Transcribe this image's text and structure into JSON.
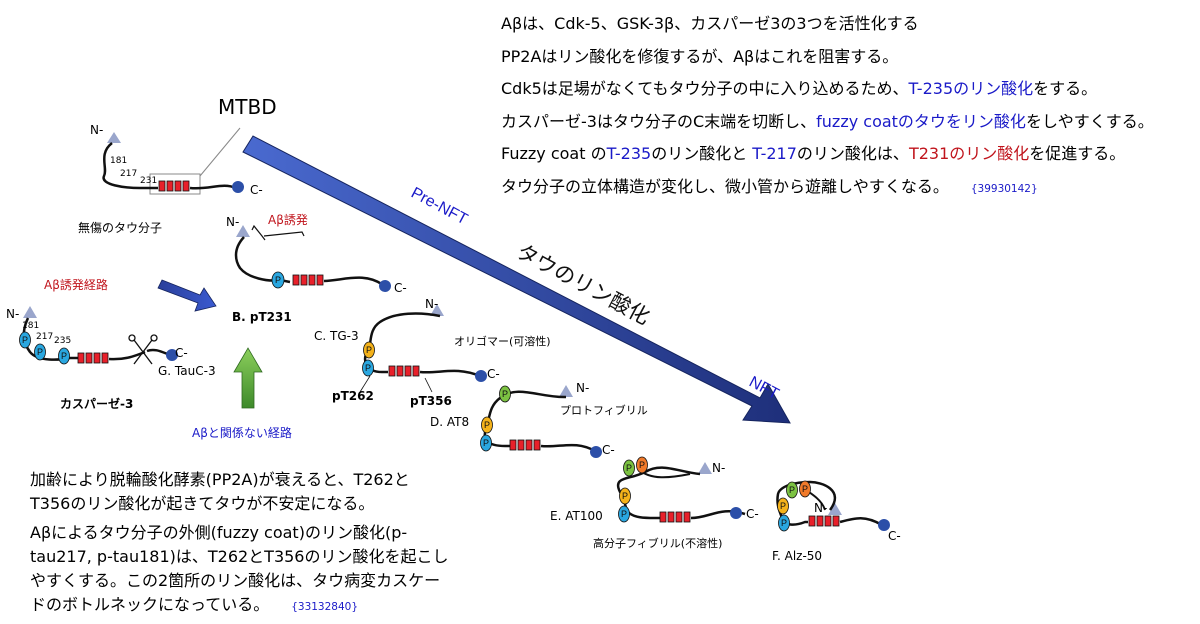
{
  "notes": [
    {
      "segments": [
        {
          "t": "Aβは、Cdk-5、GSK-3β、カスパーゼ3の3つを活性化する",
          "c": ""
        }
      ]
    },
    {
      "segments": [
        {
          "t": "PP2Aはリン酸化を修復するが、Aβはこれを阻害する。",
          "c": ""
        }
      ]
    },
    {
      "segments": [
        {
          "t": "Cdk5は足場がなくてもタウ分子の中に入り込めるため、",
          "c": ""
        },
        {
          "t": "T-235のリン酸化",
          "c": "blue"
        },
        {
          "t": "をする。",
          "c": ""
        }
      ]
    },
    {
      "segments": [
        {
          "t": "カスパーゼ-3はタウ分子のC末端を切断し、",
          "c": ""
        },
        {
          "t": "fuzzy coatのタウをリン酸化",
          "c": "blue"
        },
        {
          "t": "をしやすくする。",
          "c": ""
        }
      ]
    },
    {
      "segments": [
        {
          "t": "Fuzzy coat の",
          "c": ""
        },
        {
          "t": "T-235",
          "c": "blue"
        },
        {
          "t": "のリン酸化と ",
          "c": ""
        },
        {
          "t": "T-217",
          "c": "blue"
        },
        {
          "t": "のリン酸化は、",
          "c": ""
        },
        {
          "t": "T231のリン酸化",
          "c": "red"
        },
        {
          "t": "を促進する。",
          "c": ""
        }
      ]
    },
    {
      "segments": [
        {
          "t": "タウ分子の立体構造が変化し、微小管から遊離しやすくなる。",
          "c": ""
        }
      ]
    }
  ],
  "notes_cite": "{39930142}",
  "bottom": {
    "p1": "加齢により脱輪酸化酵素(PP2A)が衰えると、T262とT356のリン酸化が起きてタウが不安定になる。",
    "p2": "Aβによるタウ分子の外側(fuzzy coat)のリン酸化(p-tau217, p-tau181)は、T262とT356のリン酸化を起こしやすくする。この2箇所のリン酸化は、タウ病変カスケードのボトルネックになっている。",
    "cite": "{33132840}"
  },
  "labels": {
    "mtbd": "MTBD",
    "intact": "無傷のタウ分子",
    "n_terminus": "N-",
    "c_terminus": "C-",
    "site181": "181",
    "site217": "217",
    "site231": "231",
    "site235": "235",
    "abeta_induced": "Aβ誘発",
    "abeta_pathway": "Aβ誘発経路",
    "unrelated_pathway": "Aβと関係ない経路",
    "b": "B. pT231",
    "c": "C. TG-3",
    "pt262": "pT262",
    "pt356": "pT356",
    "oligomer": "オリゴマー(可溶性)",
    "d": "D. AT8",
    "protofibril": "プロトフィブリル",
    "e": "E. AT100",
    "hmw_fibril": "高分子フィブリル(不溶性)",
    "f": "F. Alz-50",
    "g": "G. TauC-3",
    "caspase3": "カスパーゼ-3",
    "pre_nft": "Pre-NFT",
    "nft": "NFT",
    "main_arrow": "タウのリン酸化",
    "p": "P"
  },
  "colors": {
    "mtbd_red": "#e8202a",
    "p_blue": "#2aa7e0",
    "p_yellow": "#f4b21a",
    "p_green": "#7cc242",
    "p_orange": "#f07a2a",
    "arrow_navy": "#22368a",
    "arrow_green": "#5aa83a",
    "terminus_blue": "#2c4fa8",
    "n_triangle": "#9aa6cc"
  }
}
